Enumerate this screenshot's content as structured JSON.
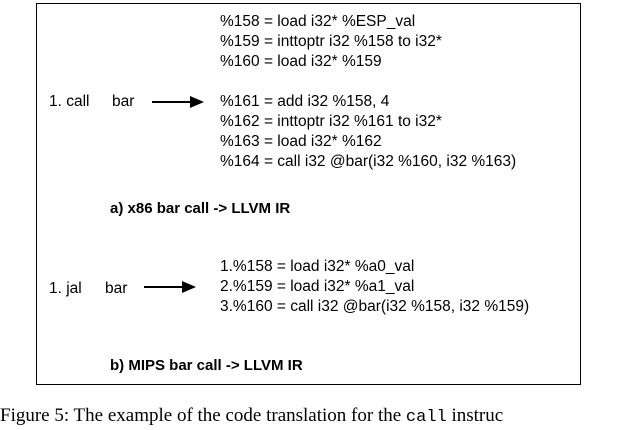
{
  "section_a": {
    "instruction_num": "1. call",
    "instruction_arg": "bar",
    "code_lines": [
      "%158 = load i32* %ESP_val",
      "%159 = inttoptr i32 %158 to i32*",
      "%160 = load i32* %159",
      "%161 = add i32 %158, 4",
      "%162 = inttoptr i32 %161 to i32*",
      "%163 = load i32* %162",
      "%164 = call i32 @bar(i32 %160, i32 %163)"
    ],
    "caption": "a) x86 bar call -> LLVM IR"
  },
  "section_b": {
    "instruction_num": "1. jal",
    "instruction_arg": "bar",
    "code_lines": [
      "1.%158 = load i32* %a0_val",
      "2.%159 = load i32* %a1_val",
      "3.%160 = call i32 @bar(i32 %158, i32 %159)"
    ],
    "caption": "b) MIPS bar call -> LLVM IR"
  },
  "figure_caption": {
    "prefix": "Figure 5: The example of the code translation for the ",
    "code": "call",
    "suffix": " instruc"
  }
}
